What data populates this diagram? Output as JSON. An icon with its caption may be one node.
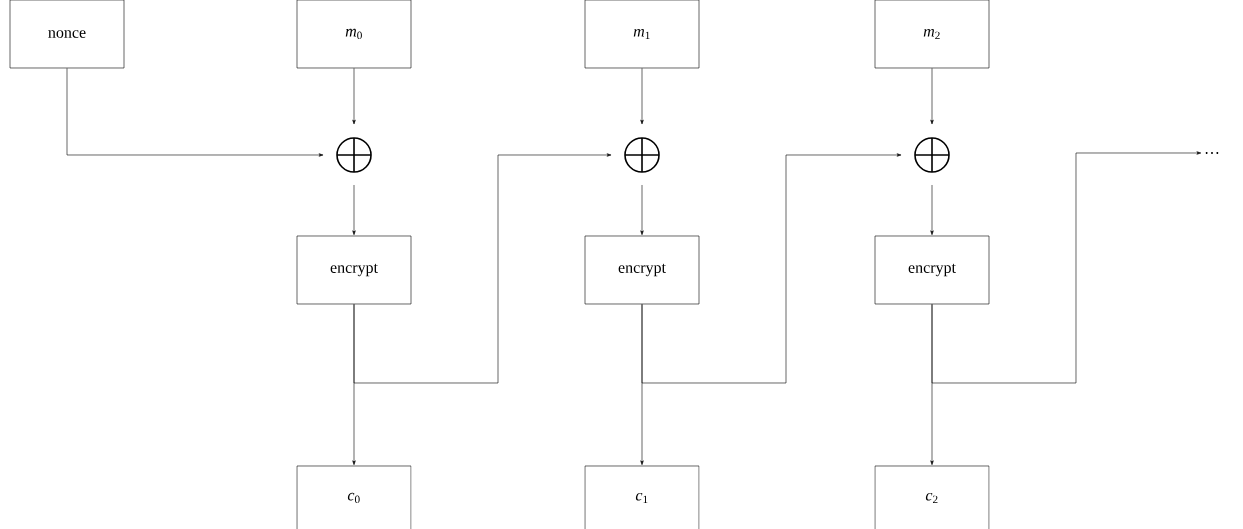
{
  "diagram": {
    "nodes": [
      {
        "text": [
          "nonce"
        ]
      },
      {
        "text": [
          "*m*$_{0}$"
        ]
      },
      {
        "text": [
          "*m*$_{1}$"
        ]
      },
      {
        "text": [
          "*m*$_{2}$"
        ]
      },
      {
        "text": [],
        "shape": "circle"
      },
      {
        "text": [],
        "shape": "circle"
      },
      {
        "text": [],
        "shape": "circle"
      },
      {
        "text": [
          "…"
        ]
      },
      {
        "text": [
          "encrypt"
        ]
      },
      {
        "text": [
          "encrypt"
        ]
      },
      {
        "text": [
          "encrypt"
        ]
      },
      {
        "text": [
          "*c*$_{0}$"
        ]
      },
      {
        "text": [
          "*c*$_{1}$"
        ]
      },
      {
        "text": [
          "*c*$_{2}$"
        ]
      }
    ],
    "edges": [
      {
        "from": 0,
        "to": 4,
        "arrow": "to"
      },
      {
        "from": 1,
        "to": 4,
        "arrow": "to"
      },
      {
        "from": 2,
        "to": 5,
        "arrow": "to"
      },
      {
        "from": 3,
        "to": 6,
        "arrow": "to"
      },
      {
        "from": 4,
        "to": 8,
        "arrow": "to"
      },
      {
        "from": 5,
        "to": 9,
        "arrow": "to"
      },
      {
        "from": 6,
        "to": 10,
        "arrow": "to"
      },
      {
        "from": 8,
        "to": 11,
        "arrow": "to"
      },
      {
        "from": 8,
        "to": 5,
        "arrow": "to"
      },
      {
        "from": 9,
        "to": 12,
        "arrow": "to"
      },
      {
        "from": 9,
        "to": 6,
        "arrow": "to"
      },
      {
        "from": 10,
        "to": 13,
        "arrow": "to"
      },
      {
        "from": 10,
        "to": 7,
        "arrow": "to"
      }
    ]
  }
}
